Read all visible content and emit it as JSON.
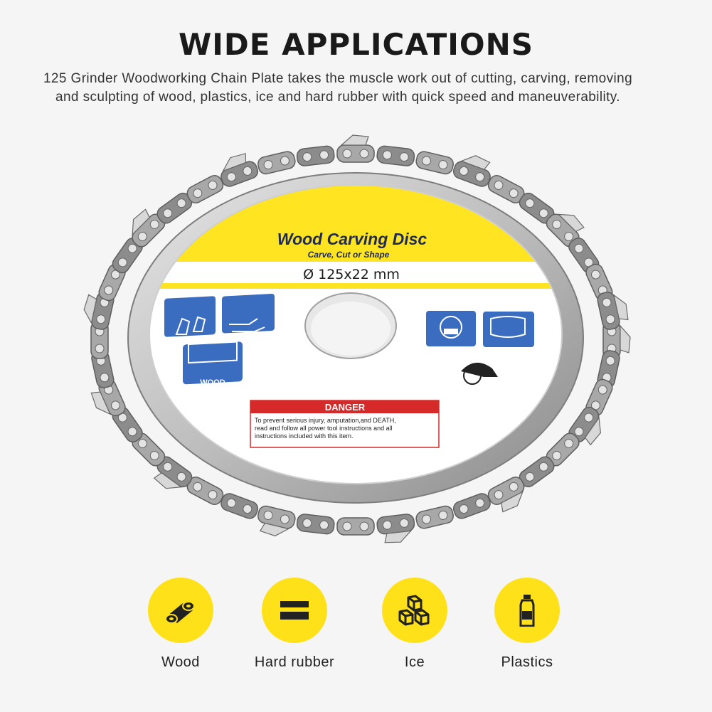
{
  "header": {
    "title": "WIDE APPLICATIONS",
    "description": "125 Grinder Woodworking Chain Plate takes the muscle work out of cutting, carving, removing and sculpting of wood, plastics, ice and hard rubber with quick speed and maneuverability."
  },
  "disc": {
    "title": "Wood Carving Disc",
    "subtitle": "Carve, Cut or Shape",
    "size": "Ø 125x22 mm",
    "wood_badge": "WOOD",
    "danger_title": "DANGER",
    "danger_text_line1": "To prevent serious injury, amputation,and DEATH,",
    "danger_text_line2": "read and follow all power tool instructions and all",
    "danger_text_line3": "instructions included with this item.",
    "colors": {
      "label_yellow": "#ffe422",
      "icon_blue": "#3a6cc0",
      "danger_red": "#d62a2a"
    }
  },
  "applications": [
    {
      "label": "Wood",
      "icon": "wood-logs-icon"
    },
    {
      "label": "Hard rubber",
      "icon": "rubber-block-icon"
    },
    {
      "label": "Ice",
      "icon": "ice-cubes-icon"
    },
    {
      "label": "Plastics",
      "icon": "plastic-bottle-icon"
    }
  ],
  "colors": {
    "accent": "#ffe11a",
    "background": "#f5f5f5"
  }
}
